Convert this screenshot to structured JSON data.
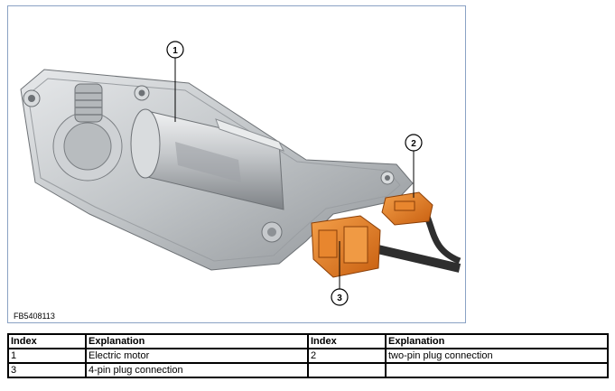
{
  "figure": {
    "code": "FB5408113",
    "callouts": [
      "1",
      "2",
      "3"
    ]
  },
  "table": {
    "headers": [
      "Index",
      "Explanation",
      "Index",
      "Explanation"
    ],
    "rows": [
      [
        "1",
        "Electric motor",
        "2",
        "two-pin plug connection"
      ],
      [
        "3",
        "4-pin plug connection",
        "",
        ""
      ]
    ]
  },
  "colors": {
    "frame": "#8aa2c4",
    "housing": "#c9ccce",
    "connector": "#e07a22"
  }
}
